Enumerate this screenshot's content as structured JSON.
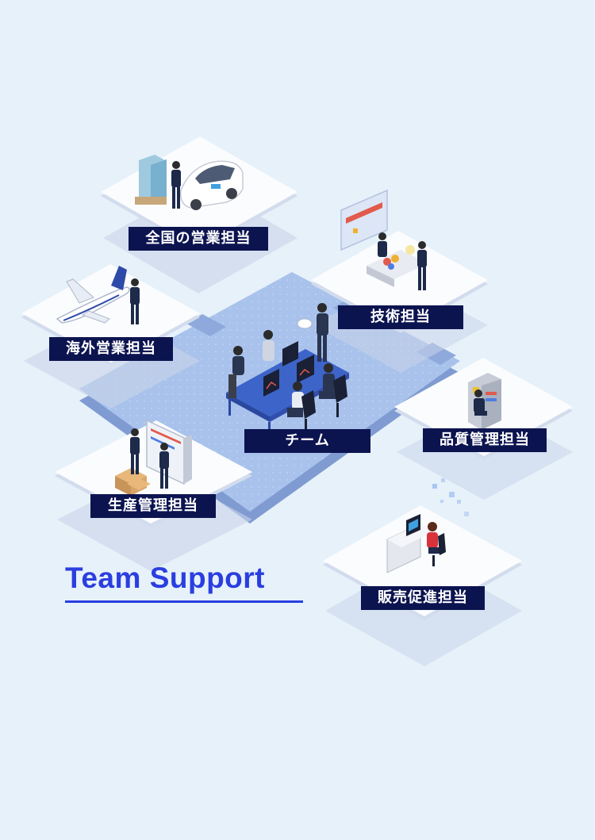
{
  "title": "Team Support",
  "nodes": {
    "national_sales": "全国の営業担当",
    "technical": "技術担当",
    "overseas_sales": "海外営業担当",
    "team": "チーム",
    "quality": "品質管理担当",
    "production": "生産管理担当",
    "sales_promotion": "販売促進担当"
  },
  "colors": {
    "background": "#e6f1fa",
    "platform": "#a8c2ec",
    "label_bg": "#0c1450",
    "title": "#2a3ee0"
  }
}
